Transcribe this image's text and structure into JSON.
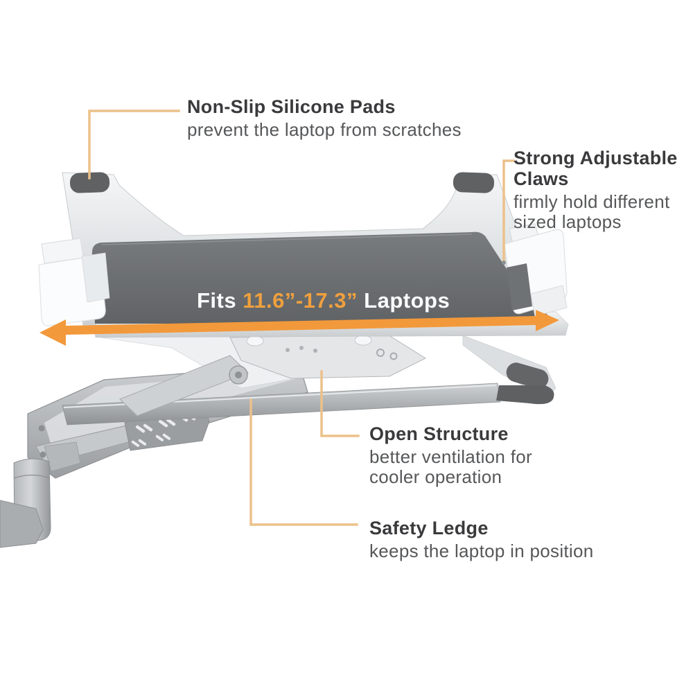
{
  "page": {
    "background": "#ffffff",
    "description": "Product feature diagram of a laptop tray holder mounted on a monitor arm"
  },
  "colors": {
    "accent_orange": "#f2993b",
    "callout_line": "#ecc18a",
    "title_text": "#3a3a3c",
    "body_text": "#565759",
    "laptop_surface_gray": "#6b6e70",
    "silver": "#eceef0"
  },
  "product": {
    "fits_label": {
      "prefix": "Fits ",
      "range": "11.6”-17.3”",
      "suffix": " Laptops"
    }
  },
  "callouts": {
    "non_slip": {
      "title": "Non-Slip Silicone Pads",
      "body": "prevent the laptop from scratches"
    },
    "claws": {
      "title": "Strong Adjustable Claws",
      "body": "firmly hold different sized laptops"
    },
    "open_structure": {
      "title": "Open Structure",
      "body": "better ventilation for cooler operation"
    },
    "safety_ledge": {
      "title": "Safety Ledge",
      "body": "keeps the laptop in position"
    }
  }
}
